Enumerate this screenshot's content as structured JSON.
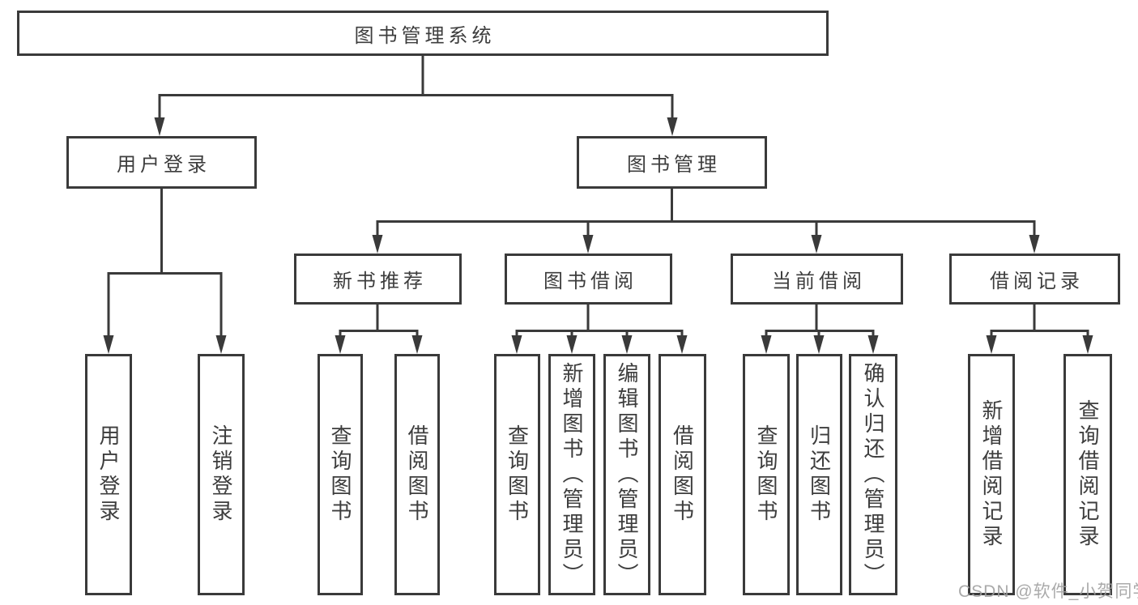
{
  "colors": {
    "line": "#3a3a3a",
    "box_border": "#3a3a3a",
    "text": "#3d3d3d",
    "watermark": "#9e9e9e",
    "background": "#ffffff"
  },
  "watermark": {
    "text": "CSDN @软件_小贺同学"
  },
  "diagram": {
    "type": "tree",
    "root": {
      "label": "图书管理系统"
    },
    "branches": [
      {
        "label": "用户登录",
        "children": [
          {
            "label": "用户登录"
          },
          {
            "label": "注销登录"
          }
        ]
      },
      {
        "label": "图书管理",
        "children": [
          {
            "label": "新书推荐",
            "children": [
              {
                "label": "查询图书"
              },
              {
                "label": "借阅图书"
              }
            ]
          },
          {
            "label": "图书借阅",
            "children": [
              {
                "label": "查询图书"
              },
              {
                "label": "新增图书（管理员）"
              },
              {
                "label": "编辑图书（管理员）"
              },
              {
                "label": "借阅图书"
              }
            ]
          },
          {
            "label": "当前借阅",
            "children": [
              {
                "label": "查询图书"
              },
              {
                "label": "归还图书"
              },
              {
                "label": "确认归还（管理员）"
              }
            ]
          },
          {
            "label": "借阅记录",
            "children": [
              {
                "label": "新增借阅记录"
              },
              {
                "label": "查询借阅记录"
              }
            ]
          }
        ]
      }
    ]
  }
}
